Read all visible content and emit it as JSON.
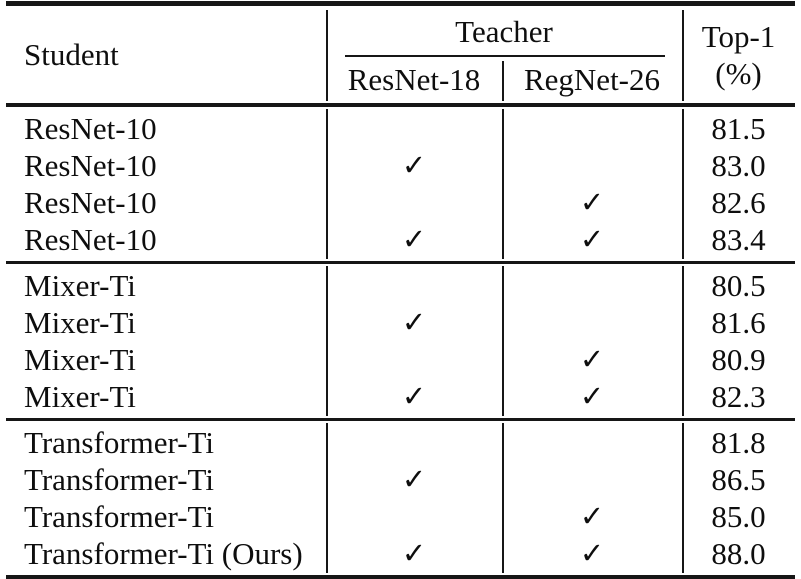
{
  "table": {
    "header": {
      "student_label": "Student",
      "teacher_group_label": "Teacher",
      "teacher_col1": "ResNet-18",
      "teacher_col2": "RegNet-26",
      "top1_line1": "Top-1",
      "top1_line2": "(%)"
    },
    "blocks": [
      {
        "rows": [
          {
            "student": "ResNet-10",
            "teacher_resnet18": "",
            "teacher_regnet26": "",
            "top1": "81.5"
          },
          {
            "student": "ResNet-10",
            "teacher_resnet18": "✓",
            "teacher_regnet26": "",
            "top1": "83.0"
          },
          {
            "student": "ResNet-10",
            "teacher_resnet18": "",
            "teacher_regnet26": "✓",
            "top1": "82.6"
          },
          {
            "student": "ResNet-10",
            "teacher_resnet18": "✓",
            "teacher_regnet26": "✓",
            "top1": "83.4"
          }
        ]
      },
      {
        "rows": [
          {
            "student": "Mixer-Ti",
            "teacher_resnet18": "",
            "teacher_regnet26": "",
            "top1": "80.5"
          },
          {
            "student": "Mixer-Ti",
            "teacher_resnet18": "✓",
            "teacher_regnet26": "",
            "top1": "81.6"
          },
          {
            "student": "Mixer-Ti",
            "teacher_resnet18": "",
            "teacher_regnet26": "✓",
            "top1": "80.9"
          },
          {
            "student": "Mixer-Ti",
            "teacher_resnet18": "✓",
            "teacher_regnet26": "✓",
            "top1": "82.3"
          }
        ]
      },
      {
        "rows": [
          {
            "student": "Transformer-Ti",
            "teacher_resnet18": "",
            "teacher_regnet26": "",
            "top1": "81.8"
          },
          {
            "student": "Transformer-Ti",
            "teacher_resnet18": "✓",
            "teacher_regnet26": "",
            "top1": "86.5"
          },
          {
            "student": "Transformer-Ti",
            "teacher_resnet18": "",
            "teacher_regnet26": "✓",
            "top1": "85.0"
          },
          {
            "student": "Transformer-Ti (Ours)",
            "teacher_resnet18": "✓",
            "teacher_regnet26": "✓",
            "top1": "88.0"
          }
        ]
      }
    ]
  },
  "colors": {
    "background": "#ffffff",
    "text": "#0e0e0e",
    "rule": "#161616"
  }
}
